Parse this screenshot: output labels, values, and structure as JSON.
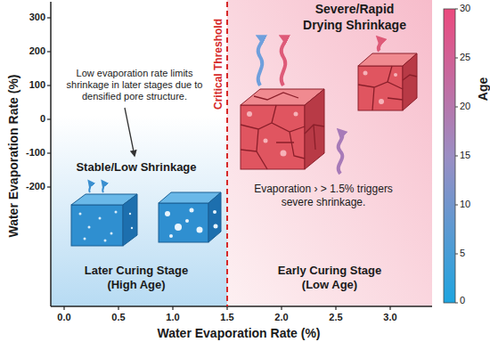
{
  "diagram": {
    "nodes": [
      {
        "text": [
          "Stable/Low Shrinkage",
          "Later Curing Stage (High Age)"
        ]
      },
      {
        "text": [
          "Severe/Rapid Drying Shrinkage",
          "Evaporation › > 1.5% triggers severe shrinkage.",
          "Early Curing Stage (Low Age)"
        ]
      }
    ],
    "labels": [
      "Water Evaporation Rate (%)",
      "300",
      "200",
      "100",
      "0",
      "-100",
      "-200",
      "0.0",
      "0.5",
      "1.0",
      "1.5",
      "2.0",
      "2.5",
      "3.0",
      "Water Evaporation Rate (%)",
      "Critical Threshold",
      "Low evaporation rate limits shrinkage in later stages due to densified pore structure.",
      "Age",
      "30",
      "25",
      "20",
      "15",
      "10",
      "5",
      "0"
    ]
  }
}
